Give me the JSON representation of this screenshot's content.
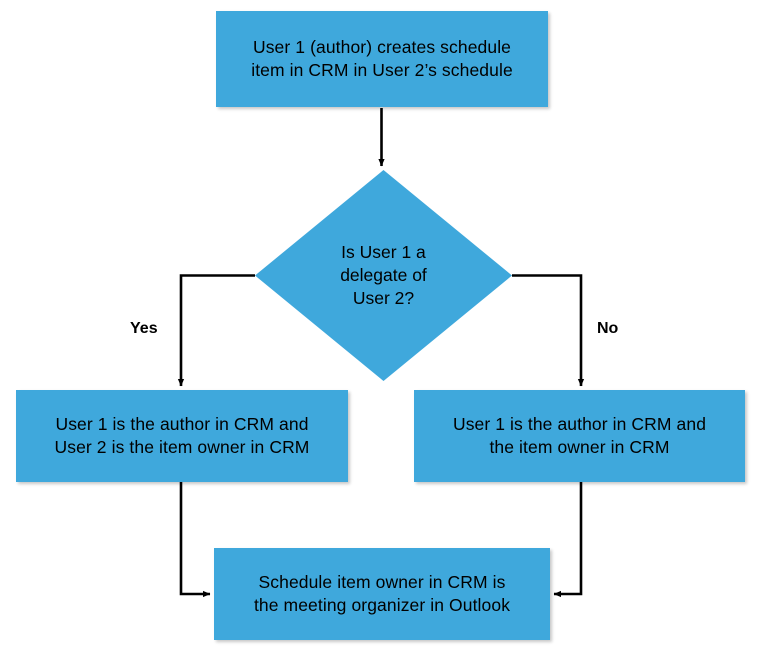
{
  "diagram": {
    "type": "flowchart",
    "title": "",
    "background_color": "#ffffff",
    "node_fill_color": "#3FA8DC",
    "text_color": "#000000",
    "edge_color": "#000000",
    "nodes": {
      "start": {
        "shape": "rectangle",
        "text": "User 1 (author) creates schedule\nitem in CRM in User 2’s schedule"
      },
      "decision": {
        "shape": "diamond",
        "text": "Is User 1 a\ndelegate of\nUser 2?"
      },
      "yes_outcome": {
        "shape": "rectangle",
        "text": "User 1 is the author in CRM and\nUser 2 is the item owner in CRM"
      },
      "no_outcome": {
        "shape": "rectangle",
        "text": "User 1 is the author in CRM and\nthe item owner in CRM"
      },
      "end": {
        "shape": "rectangle",
        "text": "Schedule item owner in CRM is\nthe meeting organizer in Outlook"
      }
    },
    "edge_labels": {
      "yes": "Yes",
      "no": "No"
    }
  }
}
